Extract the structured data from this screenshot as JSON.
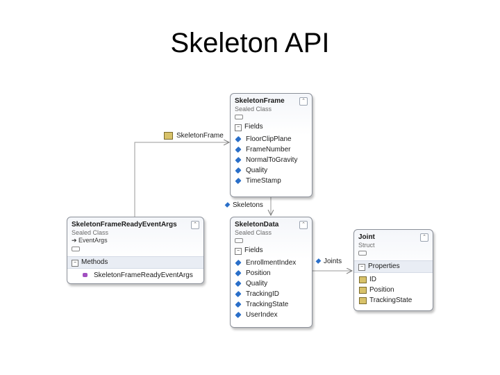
{
  "title": "Skeleton API",
  "classes": {
    "skeleton_frame": {
      "name": "SkeletonFrame",
      "stereotype": "Sealed Class",
      "section": "Fields",
      "fields": [
        "FloorClipPlane",
        "FrameNumber",
        "NormalToGravity",
        "Quality",
        "TimeStamp"
      ]
    },
    "ready_event_args": {
      "name": "SkeletonFrameReadyEventArgs",
      "stereotype": "Sealed Class",
      "base": "EventArgs",
      "section": "Methods",
      "methods": [
        "SkeletonFrameReadyEventArgs"
      ]
    },
    "skeleton_data": {
      "name": "SkeletonData",
      "stereotype": "Sealed Class",
      "section": "Fields",
      "fields": [
        "EnrollmentIndex",
        "Position",
        "Quality",
        "TrackingID",
        "TrackingState",
        "UserIndex"
      ]
    },
    "joint": {
      "name": "Joint",
      "stereotype": "Struct",
      "section": "Properties",
      "properties": [
        "ID",
        "Position",
        "TrackingState"
      ]
    }
  },
  "associations": {
    "skeleton_frame": "SkeletonFrame",
    "skeletons": "Skeletons",
    "joints": "Joints"
  }
}
